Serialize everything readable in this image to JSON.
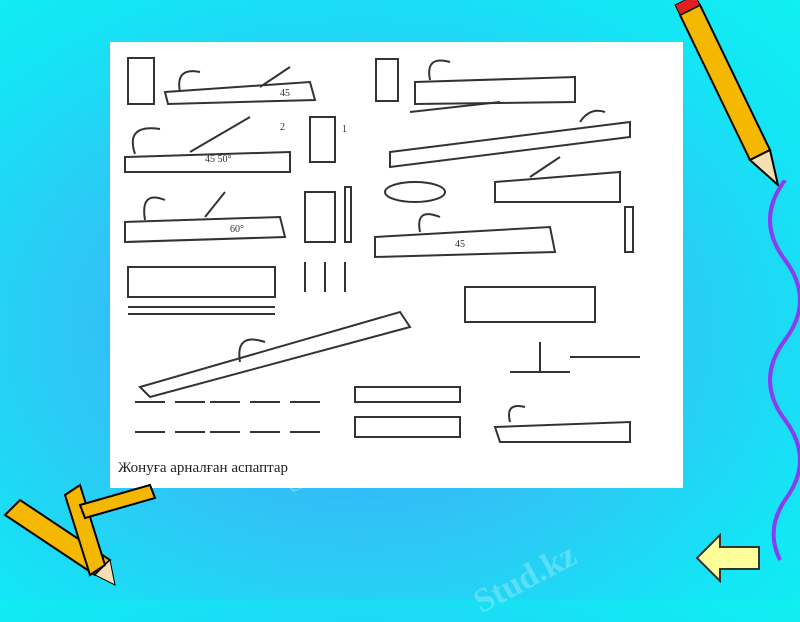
{
  "slide": {
    "caption": "Жонуға арналған аспаптар",
    "watermark": "Stud.kz",
    "image_labels": [
      "45",
      "45 50°",
      "2",
      "1",
      "60°",
      "45"
    ],
    "nav": {
      "back_icon": "left-arrow-icon"
    },
    "colors": {
      "background": "#1fd8f5",
      "arrow_fill": "#ffff99",
      "wave": "#8a3cf0",
      "pencil": "#f5b800"
    }
  }
}
